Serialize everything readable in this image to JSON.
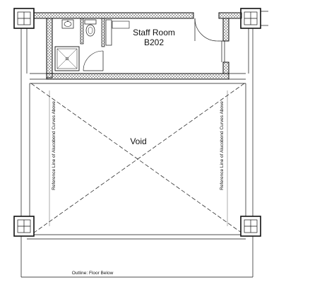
{
  "room": {
    "name": "Staff Room",
    "number": "B202"
  },
  "void_label": "Void",
  "reference_left": "Reference Line of Alucobond Curves Above",
  "reference_right": "Reference Line of Alucobond Curves Above",
  "outline_label": "Outline: Floor Below",
  "colors": {
    "line": "#111111",
    "hatch": "#555555",
    "grey_line": "#8a8a8a"
  }
}
